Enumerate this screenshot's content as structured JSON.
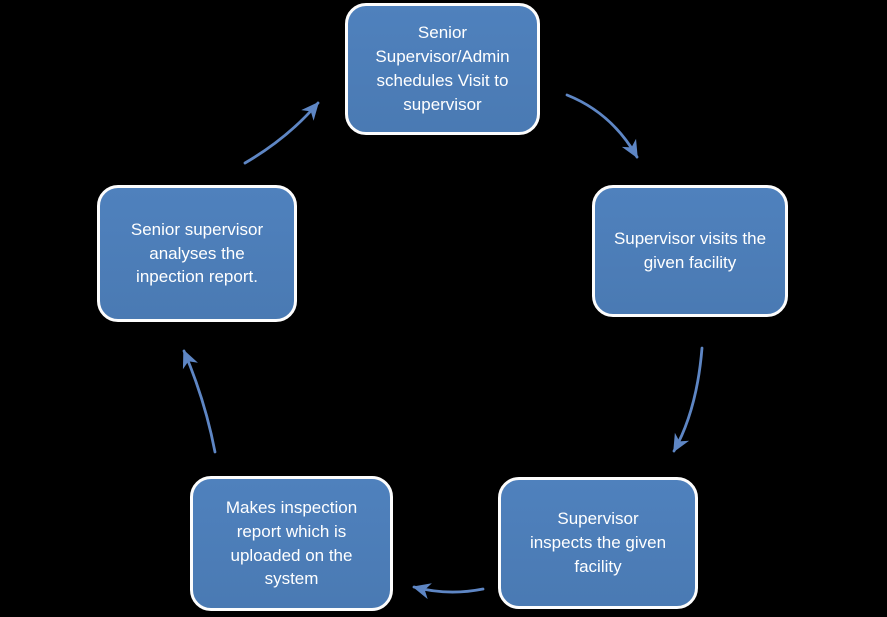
{
  "diagram": {
    "type": "cycle",
    "direction": "clockwise",
    "background": "black",
    "nodes": [
      {
        "id": "schedule",
        "label": "Senior Supervisor/Admin schedules Visit to supervisor"
      },
      {
        "id": "visit",
        "label": "Supervisor visits the given facility"
      },
      {
        "id": "inspect",
        "label": "Supervisor inspects the given facility"
      },
      {
        "id": "report",
        "label": "Makes inspection report which is uploaded on the system"
      },
      {
        "id": "analyse",
        "label": "Senior supervisor analyses the inpection report."
      }
    ],
    "edges": [
      {
        "from": "schedule",
        "to": "visit"
      },
      {
        "from": "visit",
        "to": "inspect"
      },
      {
        "from": "inspect",
        "to": "report"
      },
      {
        "from": "report",
        "to": "analyse"
      },
      {
        "from": "analyse",
        "to": "schedule"
      }
    ],
    "colors": {
      "background": "#000000",
      "node_fill": "#4f81bd",
      "node_fill_dark": "#4a7ab3",
      "node_border": "#fdfdfd",
      "node_text": "#ffffff",
      "arrow": "#5e86c4"
    }
  }
}
